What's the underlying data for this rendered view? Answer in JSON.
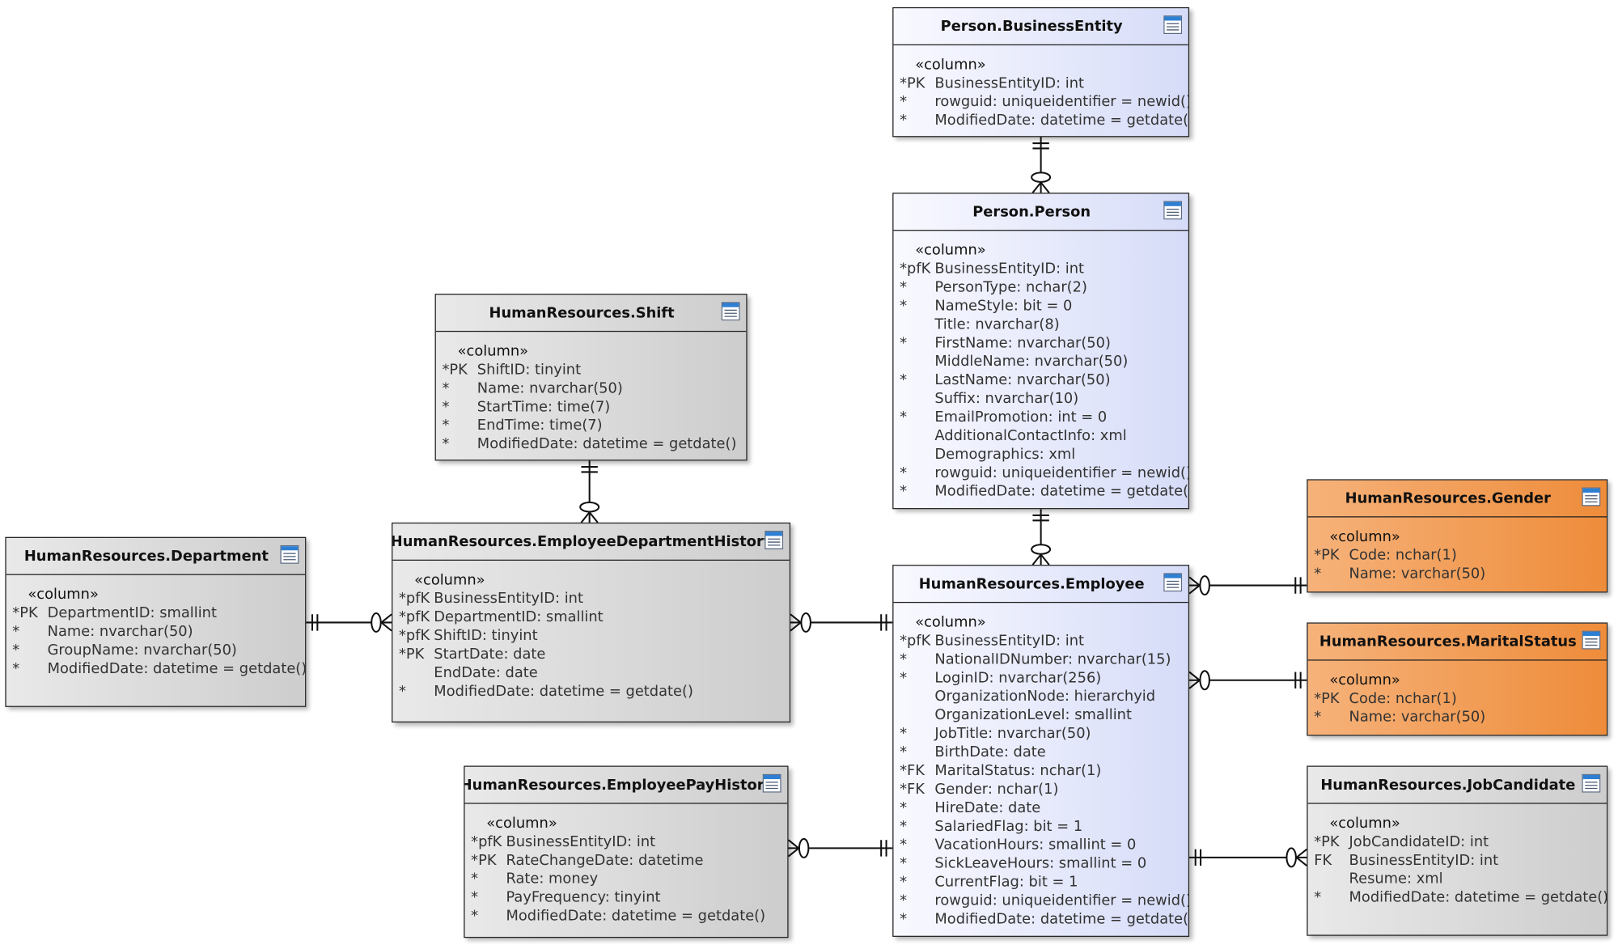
{
  "diagram": {
    "stereotype": "«column»",
    "colors": {
      "grey_entity": "#d2d2d2",
      "blue_entity": "#dfe3fb",
      "orange_entity": "#f09448",
      "border": "#222222",
      "icon_blue": "#2d7fd3"
    },
    "entities": [
      {
        "id": "person-businessentity",
        "title": "Person.BusinessEntity",
        "style": "blue",
        "columns": [
          {
            "key": "*PK",
            "text": "BusinessEntityID: int"
          },
          {
            "key": "*",
            "text": "rowguid: uniqueidentifier = newid()"
          },
          {
            "key": "*",
            "text": "ModifiedDate: datetime = getdate()"
          }
        ]
      },
      {
        "id": "person-person",
        "title": "Person.Person",
        "style": "blue",
        "columns": [
          {
            "key": "*pfK",
            "text": "BusinessEntityID: int"
          },
          {
            "key": "*",
            "text": "PersonType: nchar(2)"
          },
          {
            "key": "*",
            "text": "NameStyle: bit = 0"
          },
          {
            "key": "",
            "text": "Title: nvarchar(8)"
          },
          {
            "key": "*",
            "text": "FirstName: nvarchar(50)"
          },
          {
            "key": "",
            "text": "MiddleName: nvarchar(50)"
          },
          {
            "key": "*",
            "text": "LastName: nvarchar(50)"
          },
          {
            "key": "",
            "text": "Suffix: nvarchar(10)"
          },
          {
            "key": "*",
            "text": "EmailPromotion: int = 0"
          },
          {
            "key": "",
            "text": "AdditionalContactInfo: xml"
          },
          {
            "key": "",
            "text": "Demographics: xml"
          },
          {
            "key": "*",
            "text": "rowguid: uniqueidentifier = newid()"
          },
          {
            "key": "*",
            "text": "ModifiedDate: datetime = getdate()"
          }
        ]
      },
      {
        "id": "hr-shift",
        "title": "HumanResources.Shift",
        "style": "grey",
        "columns": [
          {
            "key": "*PK",
            "text": "ShiftID: tinyint"
          },
          {
            "key": "*",
            "text": "Name: nvarchar(50)"
          },
          {
            "key": "*",
            "text": "StartTime: time(7)"
          },
          {
            "key": "*",
            "text": "EndTime: time(7)"
          },
          {
            "key": "*",
            "text": "ModifiedDate: datetime = getdate()"
          }
        ]
      },
      {
        "id": "hr-department",
        "title": "HumanResources.Department",
        "style": "grey",
        "columns": [
          {
            "key": "*PK",
            "text": "DepartmentID: smallint"
          },
          {
            "key": "*",
            "text": "Name: nvarchar(50)"
          },
          {
            "key": "*",
            "text": "GroupName: nvarchar(50)"
          },
          {
            "key": "*",
            "text": "ModifiedDate: datetime = getdate()"
          }
        ]
      },
      {
        "id": "hr-edh",
        "title": "HumanResources.EmployeeDepartmentHistory",
        "style": "grey",
        "columns": [
          {
            "key": "*pfK",
            "text": "BusinessEntityID: int"
          },
          {
            "key": "*pfK",
            "text": "DepartmentID: smallint"
          },
          {
            "key": "*pfK",
            "text": "ShiftID: tinyint"
          },
          {
            "key": "*PK",
            "text": "StartDate: date"
          },
          {
            "key": "",
            "text": "EndDate: date"
          },
          {
            "key": "*",
            "text": "ModifiedDate: datetime = getdate()"
          }
        ]
      },
      {
        "id": "hr-employee",
        "title": "HumanResources.Employee",
        "style": "blue",
        "columns": [
          {
            "key": "*pfK",
            "text": "BusinessEntityID: int"
          },
          {
            "key": "*",
            "text": "NationalIDNumber: nvarchar(15)"
          },
          {
            "key": "*",
            "text": "LoginID: nvarchar(256)"
          },
          {
            "key": "",
            "text": "OrganizationNode: hierarchyid"
          },
          {
            "key": "",
            "text": "OrganizationLevel: smallint"
          },
          {
            "key": "*",
            "text": "JobTitle: nvarchar(50)"
          },
          {
            "key": "*",
            "text": "BirthDate: date"
          },
          {
            "key": "*FK",
            "text": "MaritalStatus: nchar(1)"
          },
          {
            "key": "*FK",
            "text": "Gender: nchar(1)"
          },
          {
            "key": "*",
            "text": "HireDate: date"
          },
          {
            "key": "*",
            "text": "SalariedFlag: bit = 1"
          },
          {
            "key": "*",
            "text": "VacationHours: smallint = 0"
          },
          {
            "key": "*",
            "text": "SickLeaveHours: smallint = 0"
          },
          {
            "key": "*",
            "text": "CurrentFlag: bit = 1"
          },
          {
            "key": "*",
            "text": "rowguid: uniqueidentifier = newid()"
          },
          {
            "key": "*",
            "text": "ModifiedDate: datetime = getdate()"
          }
        ]
      },
      {
        "id": "hr-gender",
        "title": "HumanResources.Gender",
        "style": "orange",
        "columns": [
          {
            "key": "*PK",
            "text": "Code: nchar(1)"
          },
          {
            "key": "*",
            "text": "Name: varchar(50)"
          }
        ]
      },
      {
        "id": "hr-maritalstatus",
        "title": "HumanResources.MaritalStatus",
        "style": "orange",
        "columns": [
          {
            "key": "*PK",
            "text": "Code: nchar(1)"
          },
          {
            "key": "*",
            "text": "Name: varchar(50)"
          }
        ]
      },
      {
        "id": "hr-eph",
        "title": "HumanResources.EmployeePayHistory",
        "style": "grey",
        "columns": [
          {
            "key": "*pfK",
            "text": "BusinessEntityID: int"
          },
          {
            "key": "*PK",
            "text": "RateChangeDate: datetime"
          },
          {
            "key": "*",
            "text": "Rate: money"
          },
          {
            "key": "*",
            "text": "PayFrequency: tinyint"
          },
          {
            "key": "*",
            "text": "ModifiedDate: datetime = getdate()"
          }
        ]
      },
      {
        "id": "hr-jobcandidate",
        "title": "HumanResources.JobCandidate",
        "style": "grey",
        "columns": [
          {
            "key": "*PK",
            "text": "JobCandidateID: int"
          },
          {
            "key": "FK",
            "text": "BusinessEntityID: int"
          },
          {
            "key": "",
            "text": "Resume: xml"
          },
          {
            "key": "*",
            "text": "ModifiedDate: datetime = getdate()"
          }
        ]
      }
    ],
    "relationships": [
      {
        "id": "rel-businessentity-person",
        "one": "person-businessentity",
        "many": "person-person",
        "one_end": "exactly-one",
        "many_end": "zero-or-many"
      },
      {
        "id": "rel-person-employee",
        "one": "person-person",
        "many": "hr-employee",
        "one_end": "exactly-one",
        "many_end": "zero-or-many"
      },
      {
        "id": "rel-shift-edh",
        "one": "hr-shift",
        "many": "hr-edh",
        "one_end": "exactly-one",
        "many_end": "zero-or-many"
      },
      {
        "id": "rel-department-edh",
        "one": "hr-department",
        "many": "hr-edh",
        "one_end": "exactly-one",
        "many_end": "zero-or-many"
      },
      {
        "id": "rel-employee-edh",
        "one": "hr-employee",
        "many": "hr-edh",
        "one_end": "exactly-one",
        "many_end": "zero-or-many"
      },
      {
        "id": "rel-gender-employee",
        "one": "hr-gender",
        "many": "hr-employee",
        "one_end": "exactly-one",
        "many_end": "zero-or-many"
      },
      {
        "id": "rel-maritalstatus-employee",
        "one": "hr-maritalstatus",
        "many": "hr-employee",
        "one_end": "exactly-one",
        "many_end": "zero-or-many"
      },
      {
        "id": "rel-employee-eph",
        "one": "hr-employee",
        "many": "hr-eph",
        "one_end": "exactly-one",
        "many_end": "zero-or-many"
      },
      {
        "id": "rel-employee-jobcandidate",
        "one": "hr-employee",
        "many": "hr-jobcandidate",
        "one_end": "exactly-one",
        "many_end": "zero-or-many"
      }
    ]
  }
}
